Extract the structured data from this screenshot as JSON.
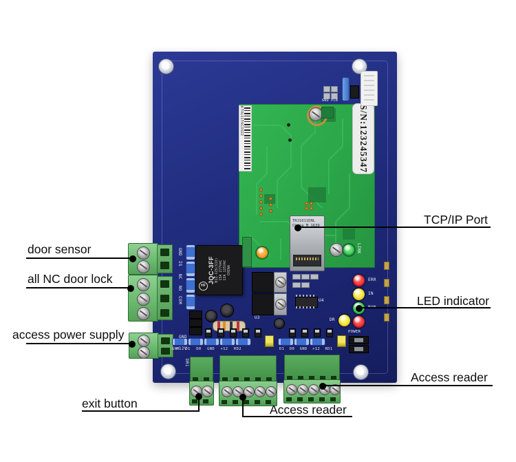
{
  "callouts": {
    "door_sensor": "door sensor",
    "nc_door_lock": "all NC door lock",
    "access_power": "access power supply",
    "exit_button": "exit button",
    "access_reader_bottom": "Access reader",
    "tcpip_port": "TCP/IP Port",
    "led_indicator": "LED indicator",
    "access_reader_right": "Access reader"
  },
  "board": {
    "serial": "S/N:123245347",
    "module": {
      "barcode": "KT0L01T6C0022",
      "port_line1": "TRJ1011DNL",
      "port_line2": "China M 1639",
      "link": "LINK"
    },
    "relay": {
      "logo": "HF",
      "model": "JQC-3FF",
      "spec1": "B12-1ZS(S1V)",
      "spec2": "15A 277VAC",
      "spec3": "12A 125VAC",
      "origin": "CHINA"
    },
    "leds": {
      "err": "ERR",
      "in": "IN",
      "run": "RUN",
      "power": "POWER",
      "dr": "DR"
    },
    "silkscreen": {
      "gnd1": "GND",
      "is": "IS",
      "nc": "NC",
      "no": "NO",
      "com": "COM",
      "gnd2": "GND",
      "v12": "+12V",
      "dr1": "DR1",
      "row_rd2": "GND D1 D0 GND +12 RD2",
      "row_rd1": "D1 D0 GND +12 RD1",
      "top_right": "GND PCB",
      "u3": "U3",
      "u4": "U4"
    },
    "colors": {
      "pcb_blue": "#222f82",
      "module_green": "#2ca84a",
      "terminal_green": "#6cbb70",
      "annotation": "#000000"
    }
  }
}
